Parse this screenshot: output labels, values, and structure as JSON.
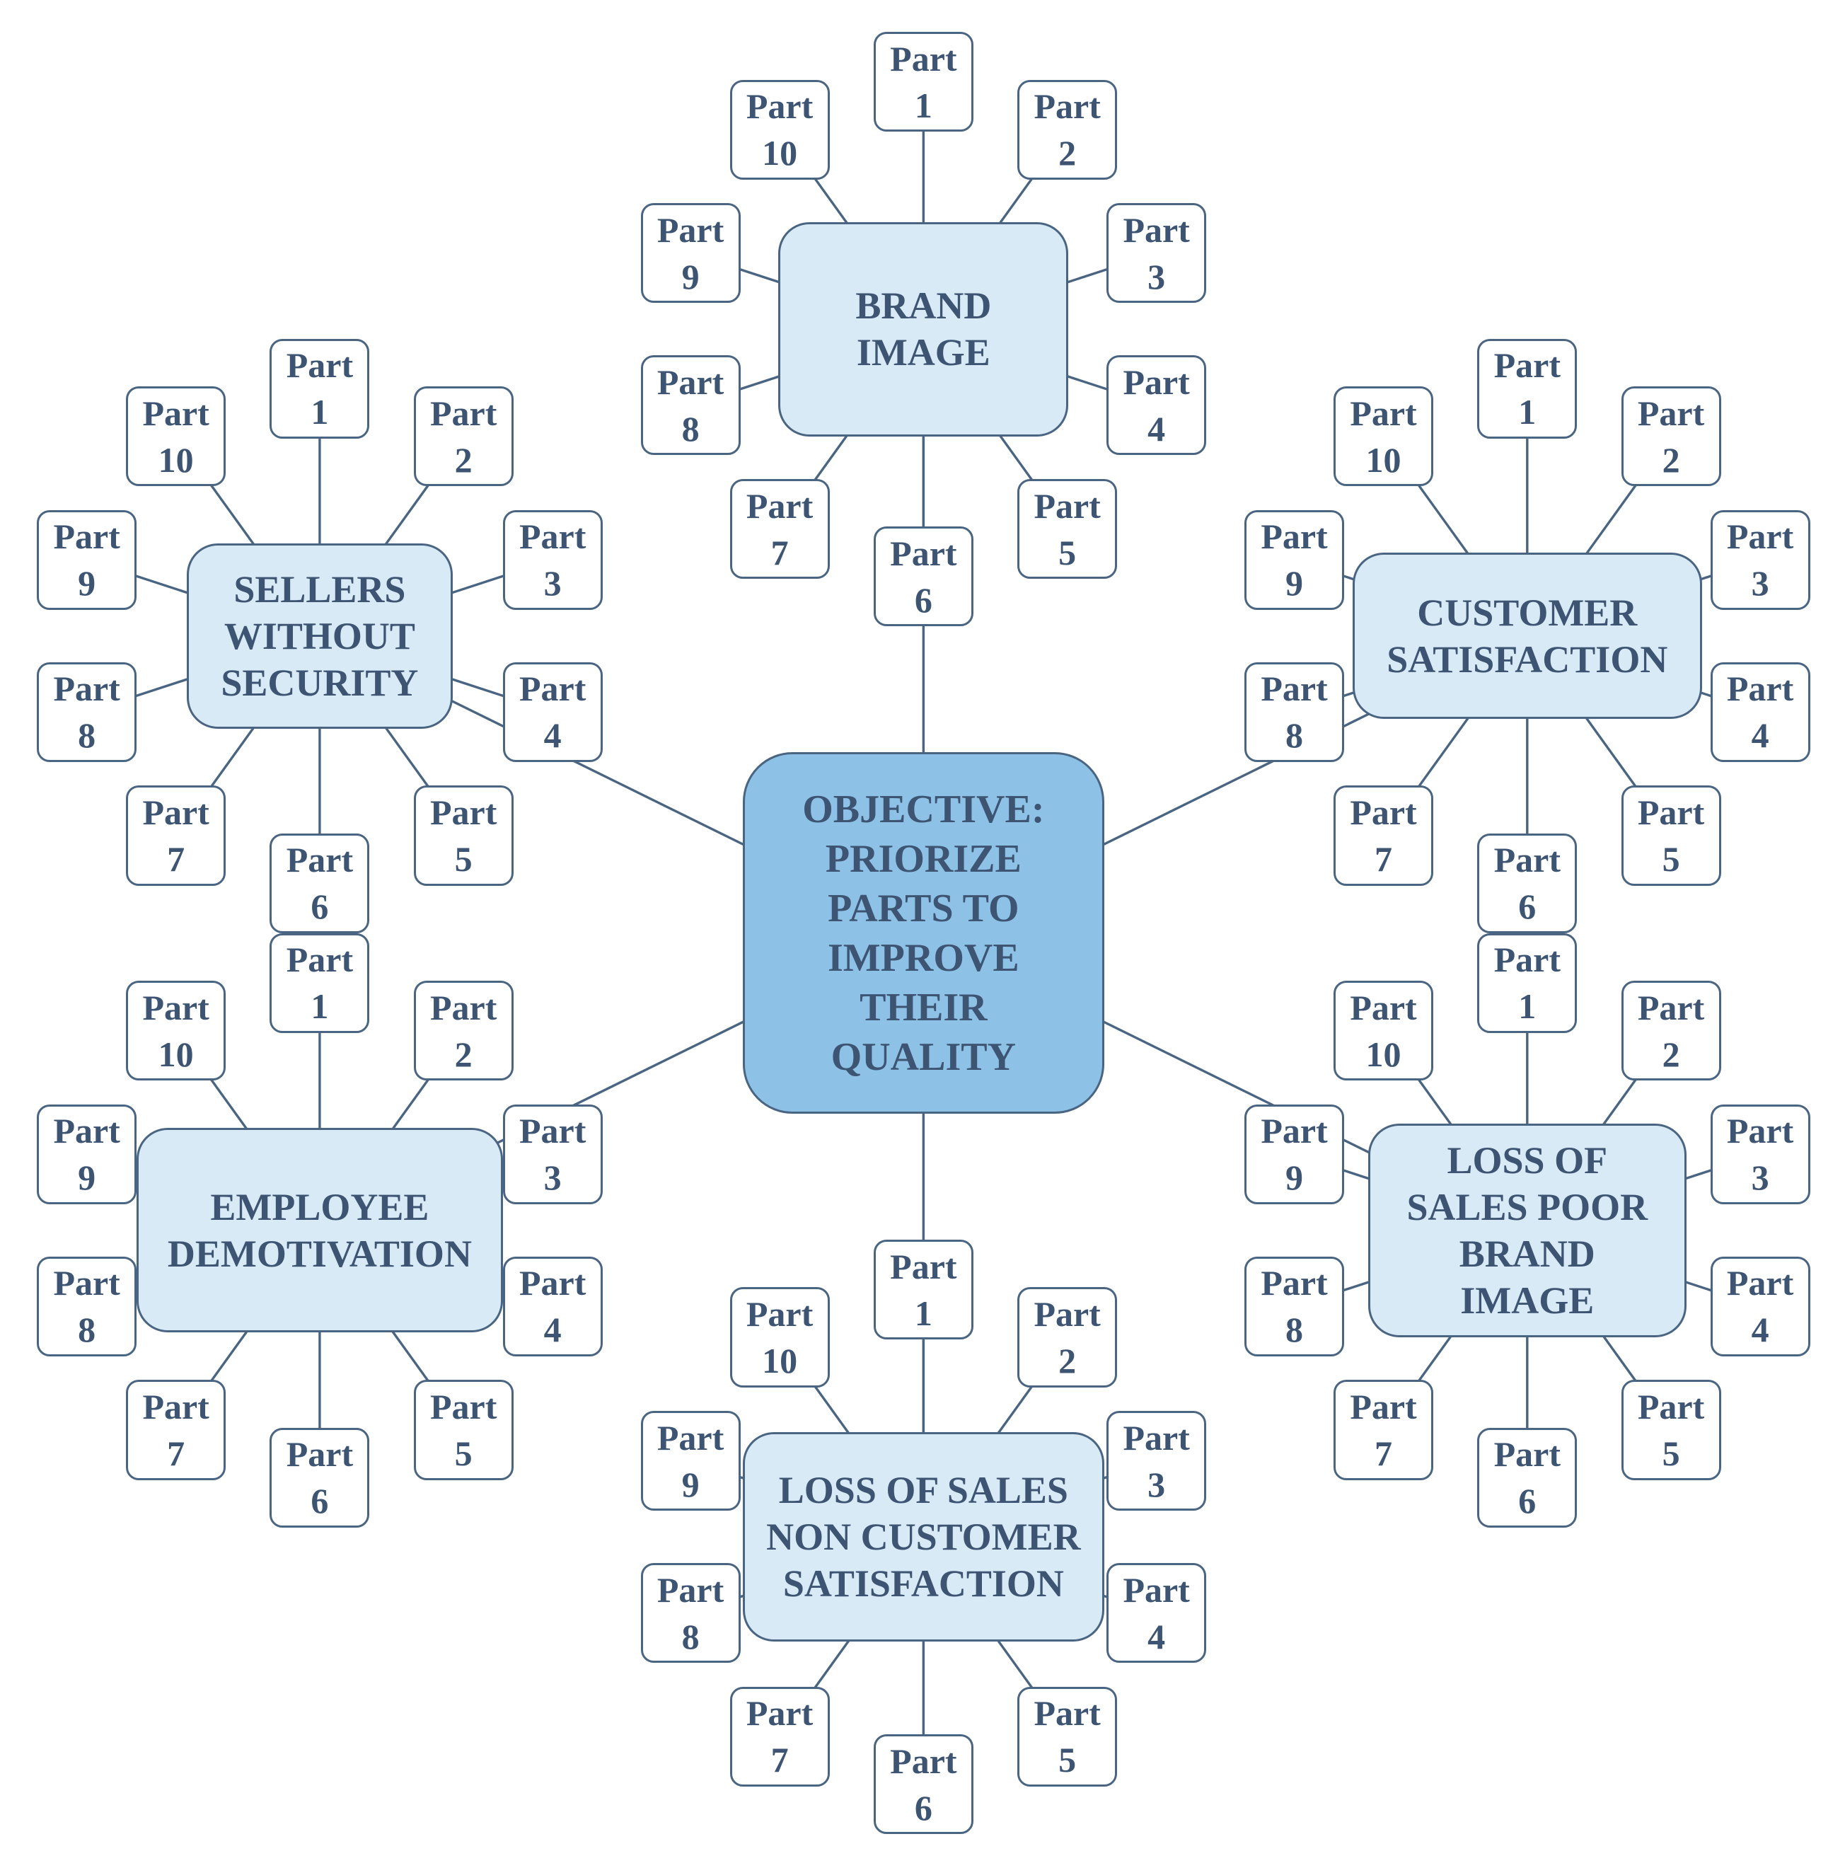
{
  "colors": {
    "line": "#4a6582",
    "text": "#3d5573",
    "part_fill": "#ffffff",
    "topic_fill": "#d9eaf7",
    "center_fill": "#8ec1e6"
  },
  "diagram": {
    "center": {
      "label": "OBJECTIVE:\nPRIORIZE\nPARTS TO\nIMPROVE\nTHEIR\nQUALITY"
    },
    "topics": [
      {
        "id": "brand-image",
        "label": "BRAND\nIMAGE"
      },
      {
        "id": "customer-satisfaction",
        "label": "CUSTOMER\nSATISFACTION"
      },
      {
        "id": "loss-of-sales-poor-brand-image",
        "label": "LOSS OF\nSALES POOR\nBRAND\nIMAGE"
      },
      {
        "id": "loss-of-sales-non-customer-satisfaction",
        "label": "LOSS OF SALES\nNON CUSTOMER\nSATISFACTION"
      },
      {
        "id": "employee-demotivation",
        "label": "EMPLOYEE\nDEMOTIVATION"
      },
      {
        "id": "sellers-without-security",
        "label": "SELLERS\nWITHOUT\nSECURITY"
      }
    ],
    "parts": [
      "Part\n1",
      "Part\n2",
      "Part\n3",
      "Part\n4",
      "Part\n5",
      "Part\n6",
      "Part\n7",
      "Part\n8",
      "Part\n9",
      "Part\n10"
    ]
  }
}
